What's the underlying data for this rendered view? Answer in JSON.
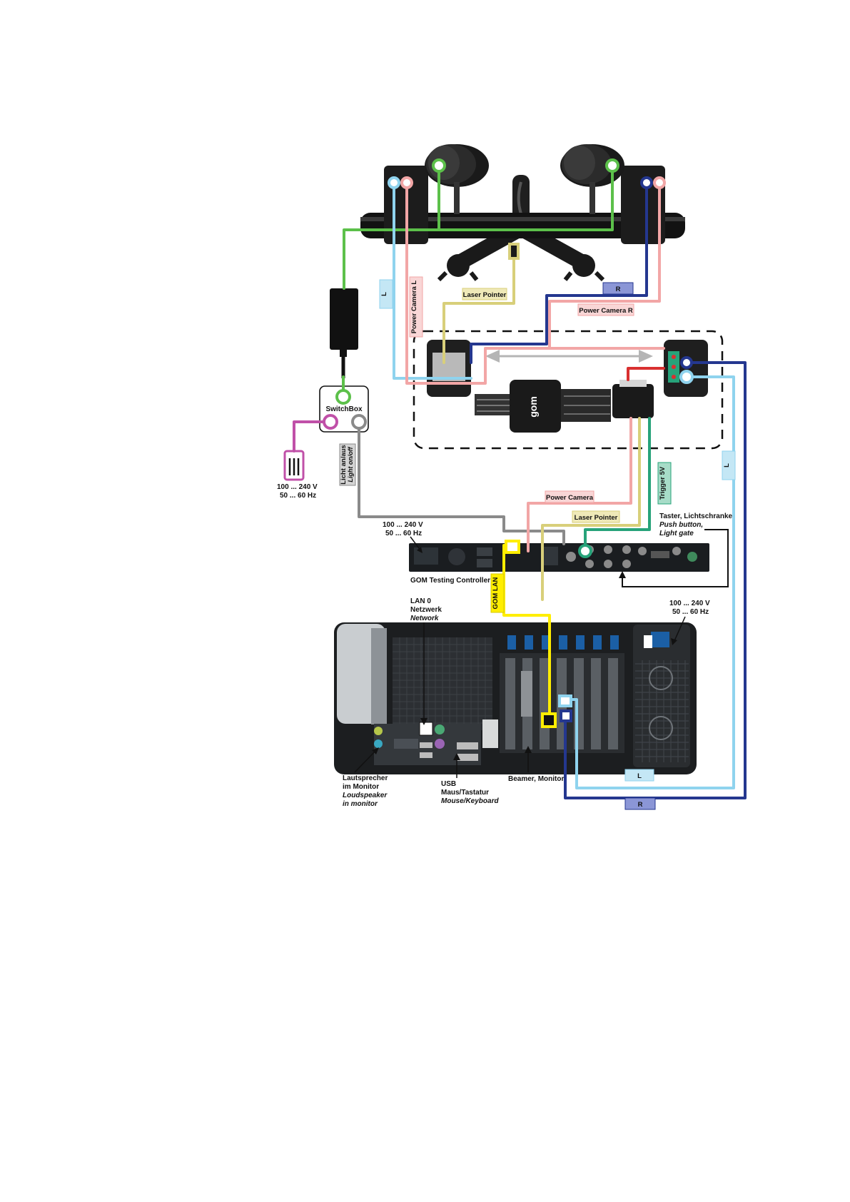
{
  "colors": {
    "green": "#5cc04a",
    "light_blue": "#8fd3ee",
    "pink": "#f2a6a6",
    "dark_blue": "#24378f",
    "khaki": "#d8cf7a",
    "yellow": "#ffee00",
    "gray": "#8a8a8a",
    "magenta": "#c050a8",
    "teal": "#27a37a",
    "red": "#d93030",
    "tag_r": "#8b96d6",
    "tag_l": "#c4e7f5",
    "tag_trigger": "#a7dcc8"
  },
  "tags": {
    "l_left": "L",
    "power_camera_l": "Power Camera L",
    "laser_pointer_top": "Laser Pointer",
    "r_top": "R",
    "power_camera_r": "Power Camera R",
    "l_right": "L",
    "trigger_5v": "Trigger 5V",
    "power_camera_mid": "Power Camera",
    "laser_pointer_mid": "Laser Pointer",
    "gom_lan": "GOM LAN",
    "l_bottom": "L",
    "r_bottom": "R"
  },
  "labels": {
    "switchbox": "SwitchBox",
    "licht_line1": "Licht an/aus",
    "licht_line2": "Light on/off",
    "mains_left_1": "100 ... 240 V",
    "mains_left_2": "50 ... 60 Hz",
    "mains_ctrl_1": "100 ... 240 V",
    "mains_ctrl_2": "50 ... 60 Hz",
    "taster_1": "Taster, Lichtschranke",
    "taster_2": "Push button,",
    "taster_3": "Light gate",
    "gom_testing_controller": "GOM Testing Controller",
    "lan_1": "LAN 0",
    "lan_2": "Netzwerk",
    "lan_3": "Network",
    "mains_pc_1": "100 ... 240 V",
    "mains_pc_2": "50 ... 60 Hz",
    "speaker_1": "Lautsprecher",
    "speaker_2": "im Monitor",
    "speaker_3": "Loudspeaker",
    "speaker_4": "in monitor",
    "usb_1": "USB",
    "usb_2": "Maus/Tastatur",
    "usb_3": "Mouse/Keyboard",
    "beamer": "Beamer, Monitor",
    "logo": "gom"
  },
  "icons": {
    "power_adapter": "power-adapter-icon",
    "mains_plug": "mains-plug-icon",
    "camera": "camera-icon",
    "controller": "controller-icon",
    "pc": "pc-tower-icon"
  }
}
